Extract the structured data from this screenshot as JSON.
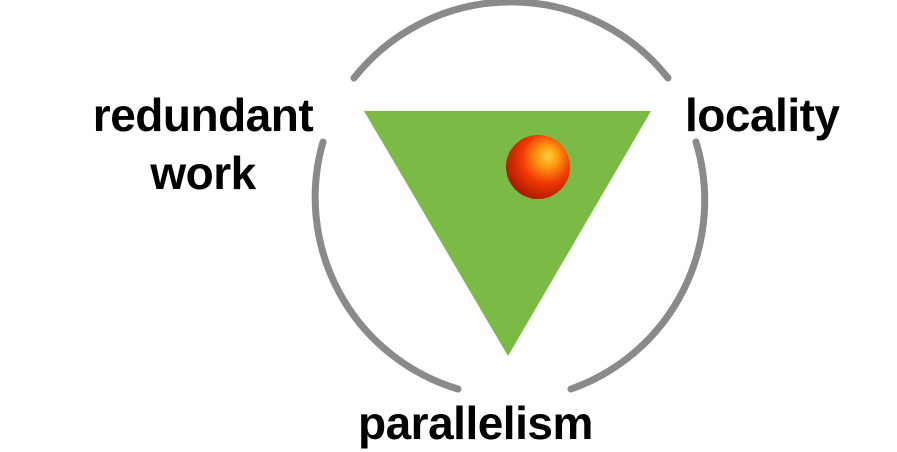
{
  "labels": {
    "redundant_line1": "redundant",
    "redundant_line2": "work",
    "locality": "locality",
    "parallelism": "parallelism"
  },
  "colors": {
    "triangle": "#7aba45",
    "circle": "#8a8a8a",
    "ball_highlight": "#ffb020",
    "ball_base": "#e82a00",
    "ball_shadow": "#a81800"
  }
}
